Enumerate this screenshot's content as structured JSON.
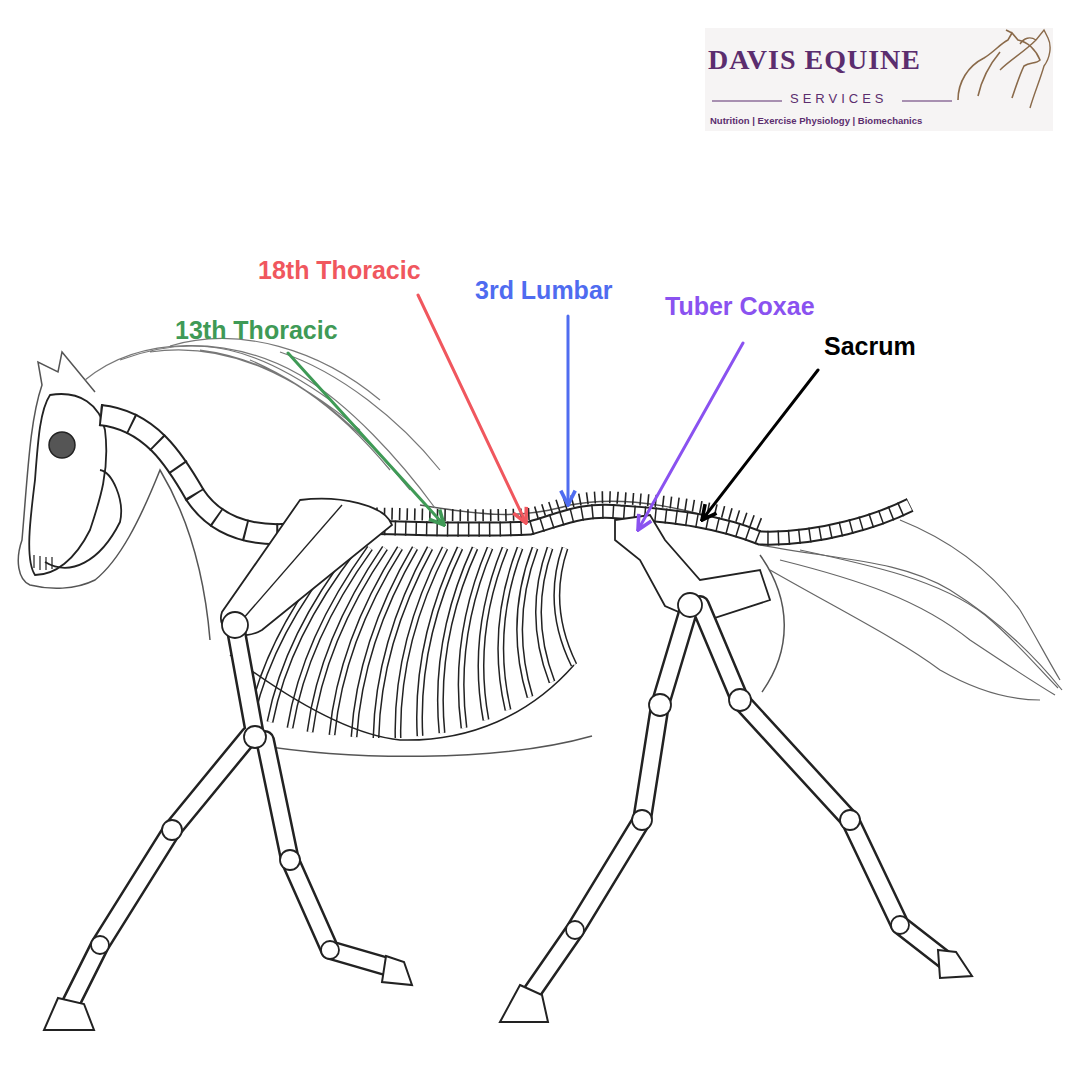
{
  "diagram": {
    "labels": [
      "DAVIS EQUINE",
      "SERVICES",
      "Nutrition | Exercise Physiology | Biomechanics",
      "18th Thoracic",
      "3rd Lumbar",
      "13th Thoracic",
      "Tuber Coxae",
      "Sacrum"
    ]
  }
}
